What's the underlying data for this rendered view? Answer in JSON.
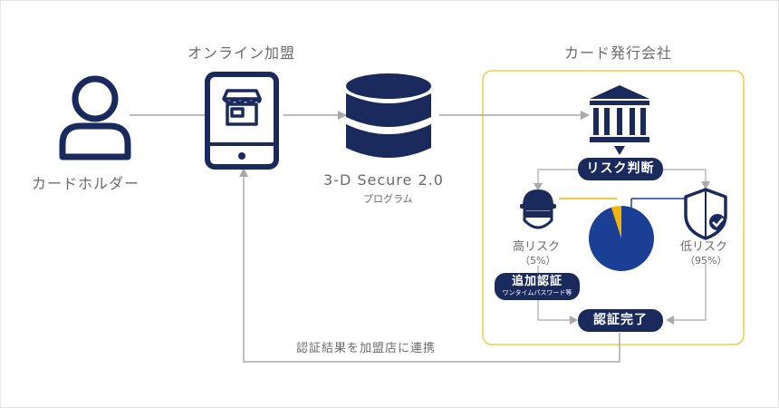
{
  "nodes": {
    "cardholder": "カードホルダー",
    "merchant": "オンライン加盟",
    "secure": "3-D Secure 2.0",
    "secure_sub": "プログラム",
    "issuer": "カード発行会社"
  },
  "risk": {
    "judgment": "リスク判断",
    "high": "高リスク",
    "high_pct": "（5%）",
    "low": "低リスク",
    "low_pct": "（95%）",
    "additional_auth": "追加認証",
    "additional_auth_sub": "ワンタイムパスワード等",
    "auth_complete": "認証完了"
  },
  "return_flow": "認証結果を加盟店に連携",
  "pie": {
    "high_share": 5,
    "low_share": 95
  },
  "colors": {
    "navy": "#1b2a5c",
    "blue": "#1b3f94",
    "gold": "#f4b500",
    "box_border": "#f2cd4f",
    "line": "#a9a9a9",
    "text": "#6b6b6b"
  }
}
